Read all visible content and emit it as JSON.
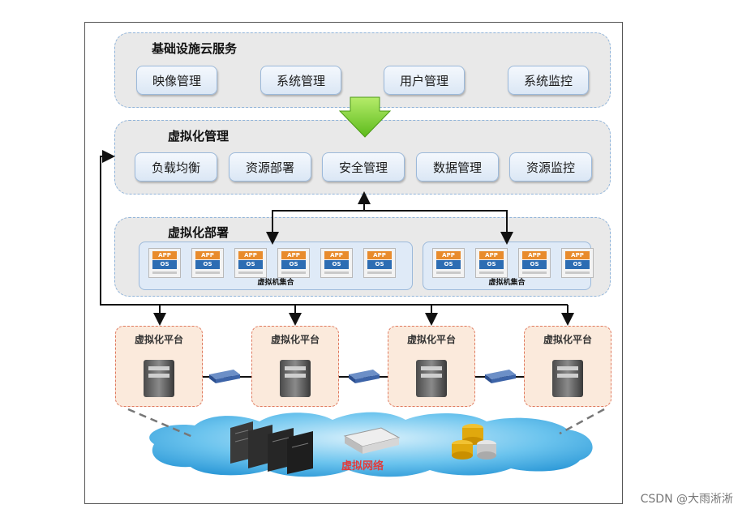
{
  "infrastructure": {
    "title": "基础设施云服务",
    "buttons": [
      "映像管理",
      "系统管理",
      "用户管理",
      "系统监控"
    ]
  },
  "virtualization_management": {
    "title": "虚拟化管理",
    "buttons": [
      "负载均衡",
      "资源部署",
      "安全管理",
      "数据管理",
      "资源监控"
    ]
  },
  "virtualization_deployment": {
    "title": "虚拟化部署",
    "vm_app_label": "APP",
    "vm_os_label": "OS",
    "groups": [
      {
        "label": "虚拟机集合",
        "vm_count": 6
      },
      {
        "label": "虚拟机集合",
        "vm_count": 4
      }
    ]
  },
  "platforms": [
    "虚拟化平台",
    "虚拟化平台",
    "虚拟化平台",
    "虚拟化平台"
  ],
  "network_label": "虚拟网络",
  "watermark": "CSDN @大雨淅淅",
  "colors": {
    "arrow_green": "#7ed321",
    "panel_bg": "#e9e9e9",
    "platform_border": "#e07a5f",
    "cloud": "#4fb6ea"
  }
}
